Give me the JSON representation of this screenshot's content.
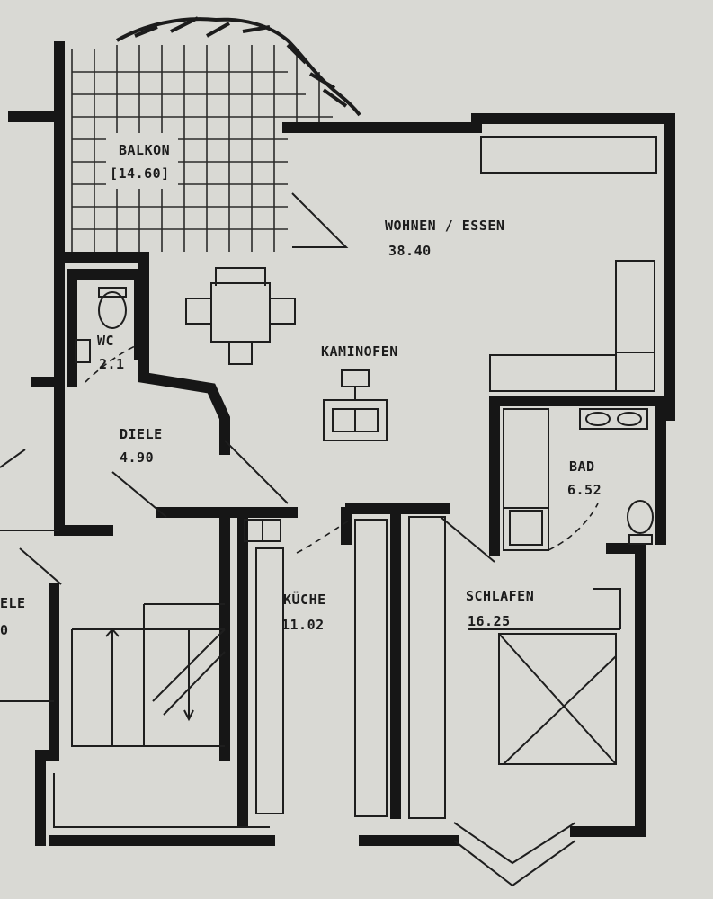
{
  "rooms": {
    "balkon": {
      "name": "BALKON",
      "area": "[14.60]"
    },
    "wohnen": {
      "name": "WOHNEN / ESSEN",
      "area": "38.40"
    },
    "wc": {
      "name": "WC",
      "area": "2.1"
    },
    "kaminofen": {
      "name": "KAMINOFEN"
    },
    "diele": {
      "name": "DIELE",
      "area": "4.90"
    },
    "bad": {
      "name": "BAD",
      "area": "6.52"
    },
    "kueche": {
      "name": "KÜCHE",
      "area": "11.02"
    },
    "schlafen": {
      "name": "SCHLAFEN",
      "area": "16.25"
    },
    "diele_left": {
      "name": "ELE",
      "area": "0"
    }
  },
  "colors": {
    "paper": "#d9d9d4",
    "ink": "#161616"
  }
}
